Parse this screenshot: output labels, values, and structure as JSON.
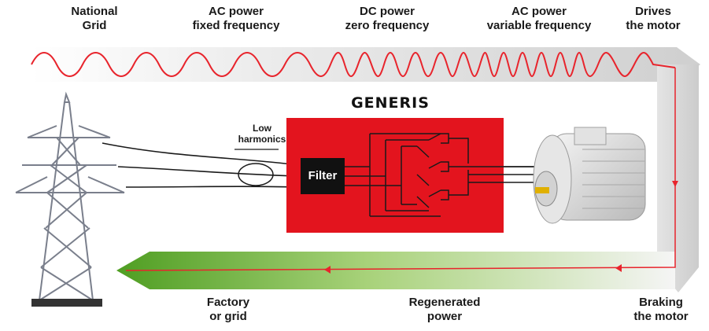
{
  "top_labels": [
    {
      "line1": "National",
      "line2": "Grid"
    },
    {
      "line1": "AC power",
      "line2": "fixed frequency"
    },
    {
      "line1": "DC power",
      "line2": "zero frequency"
    },
    {
      "line1": "AC power",
      "line2": "variable frequency"
    },
    {
      "line1": "Drives",
      "line2": "the motor"
    }
  ],
  "bottom_labels": [
    {
      "line1": "Factory",
      "line2": "or grid"
    },
    {
      "line1": "Regenerated",
      "line2": "power"
    },
    {
      "line1": "Braking",
      "line2": "the motor"
    }
  ],
  "logo": "GENERIS",
  "filter_label": "Filter",
  "low_harmonics": {
    "line1": "Low",
    "line2": "harmonics"
  },
  "colors": {
    "wave": "#e8242c",
    "drive_box": "#e3141e",
    "regen_arrow_start": "#5aa82a",
    "regen_arrow_end": "#f2f2f2",
    "flow_arrow": "#d9d9d9"
  }
}
